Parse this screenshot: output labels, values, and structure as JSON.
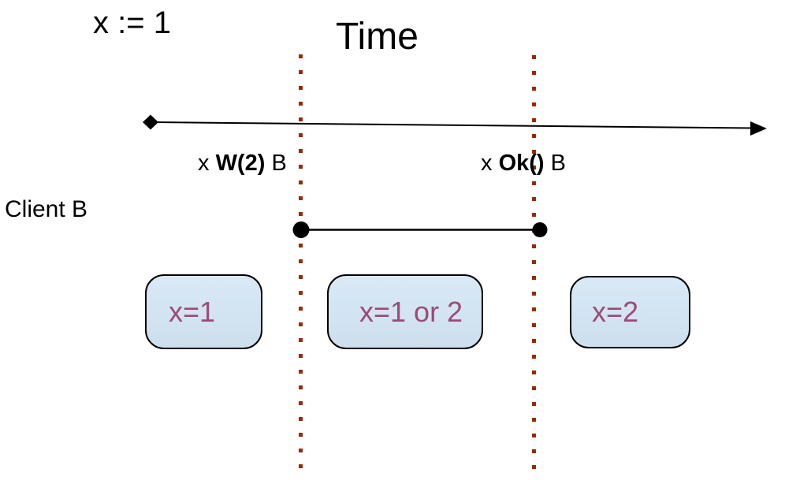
{
  "labels": {
    "assignment": "x := 1",
    "title": "Time",
    "client": "Client B"
  },
  "operations": [
    {
      "prefix": "x ",
      "bold": "W(2)",
      "suffix": " B"
    },
    {
      "prefix": "x ",
      "bold": "Ok()",
      "suffix": " B"
    }
  ],
  "states": [
    {
      "label": "x=1"
    },
    {
      "label": "x=1 or 2"
    },
    {
      "label": "x=2"
    }
  ],
  "colors": {
    "timeline": "#000000",
    "dotted_line": "#942c04",
    "segment": "#000000",
    "state_box_fill": "#d3e4f2",
    "state_box_border": "#000000",
    "state_text": "#9b4b76"
  }
}
